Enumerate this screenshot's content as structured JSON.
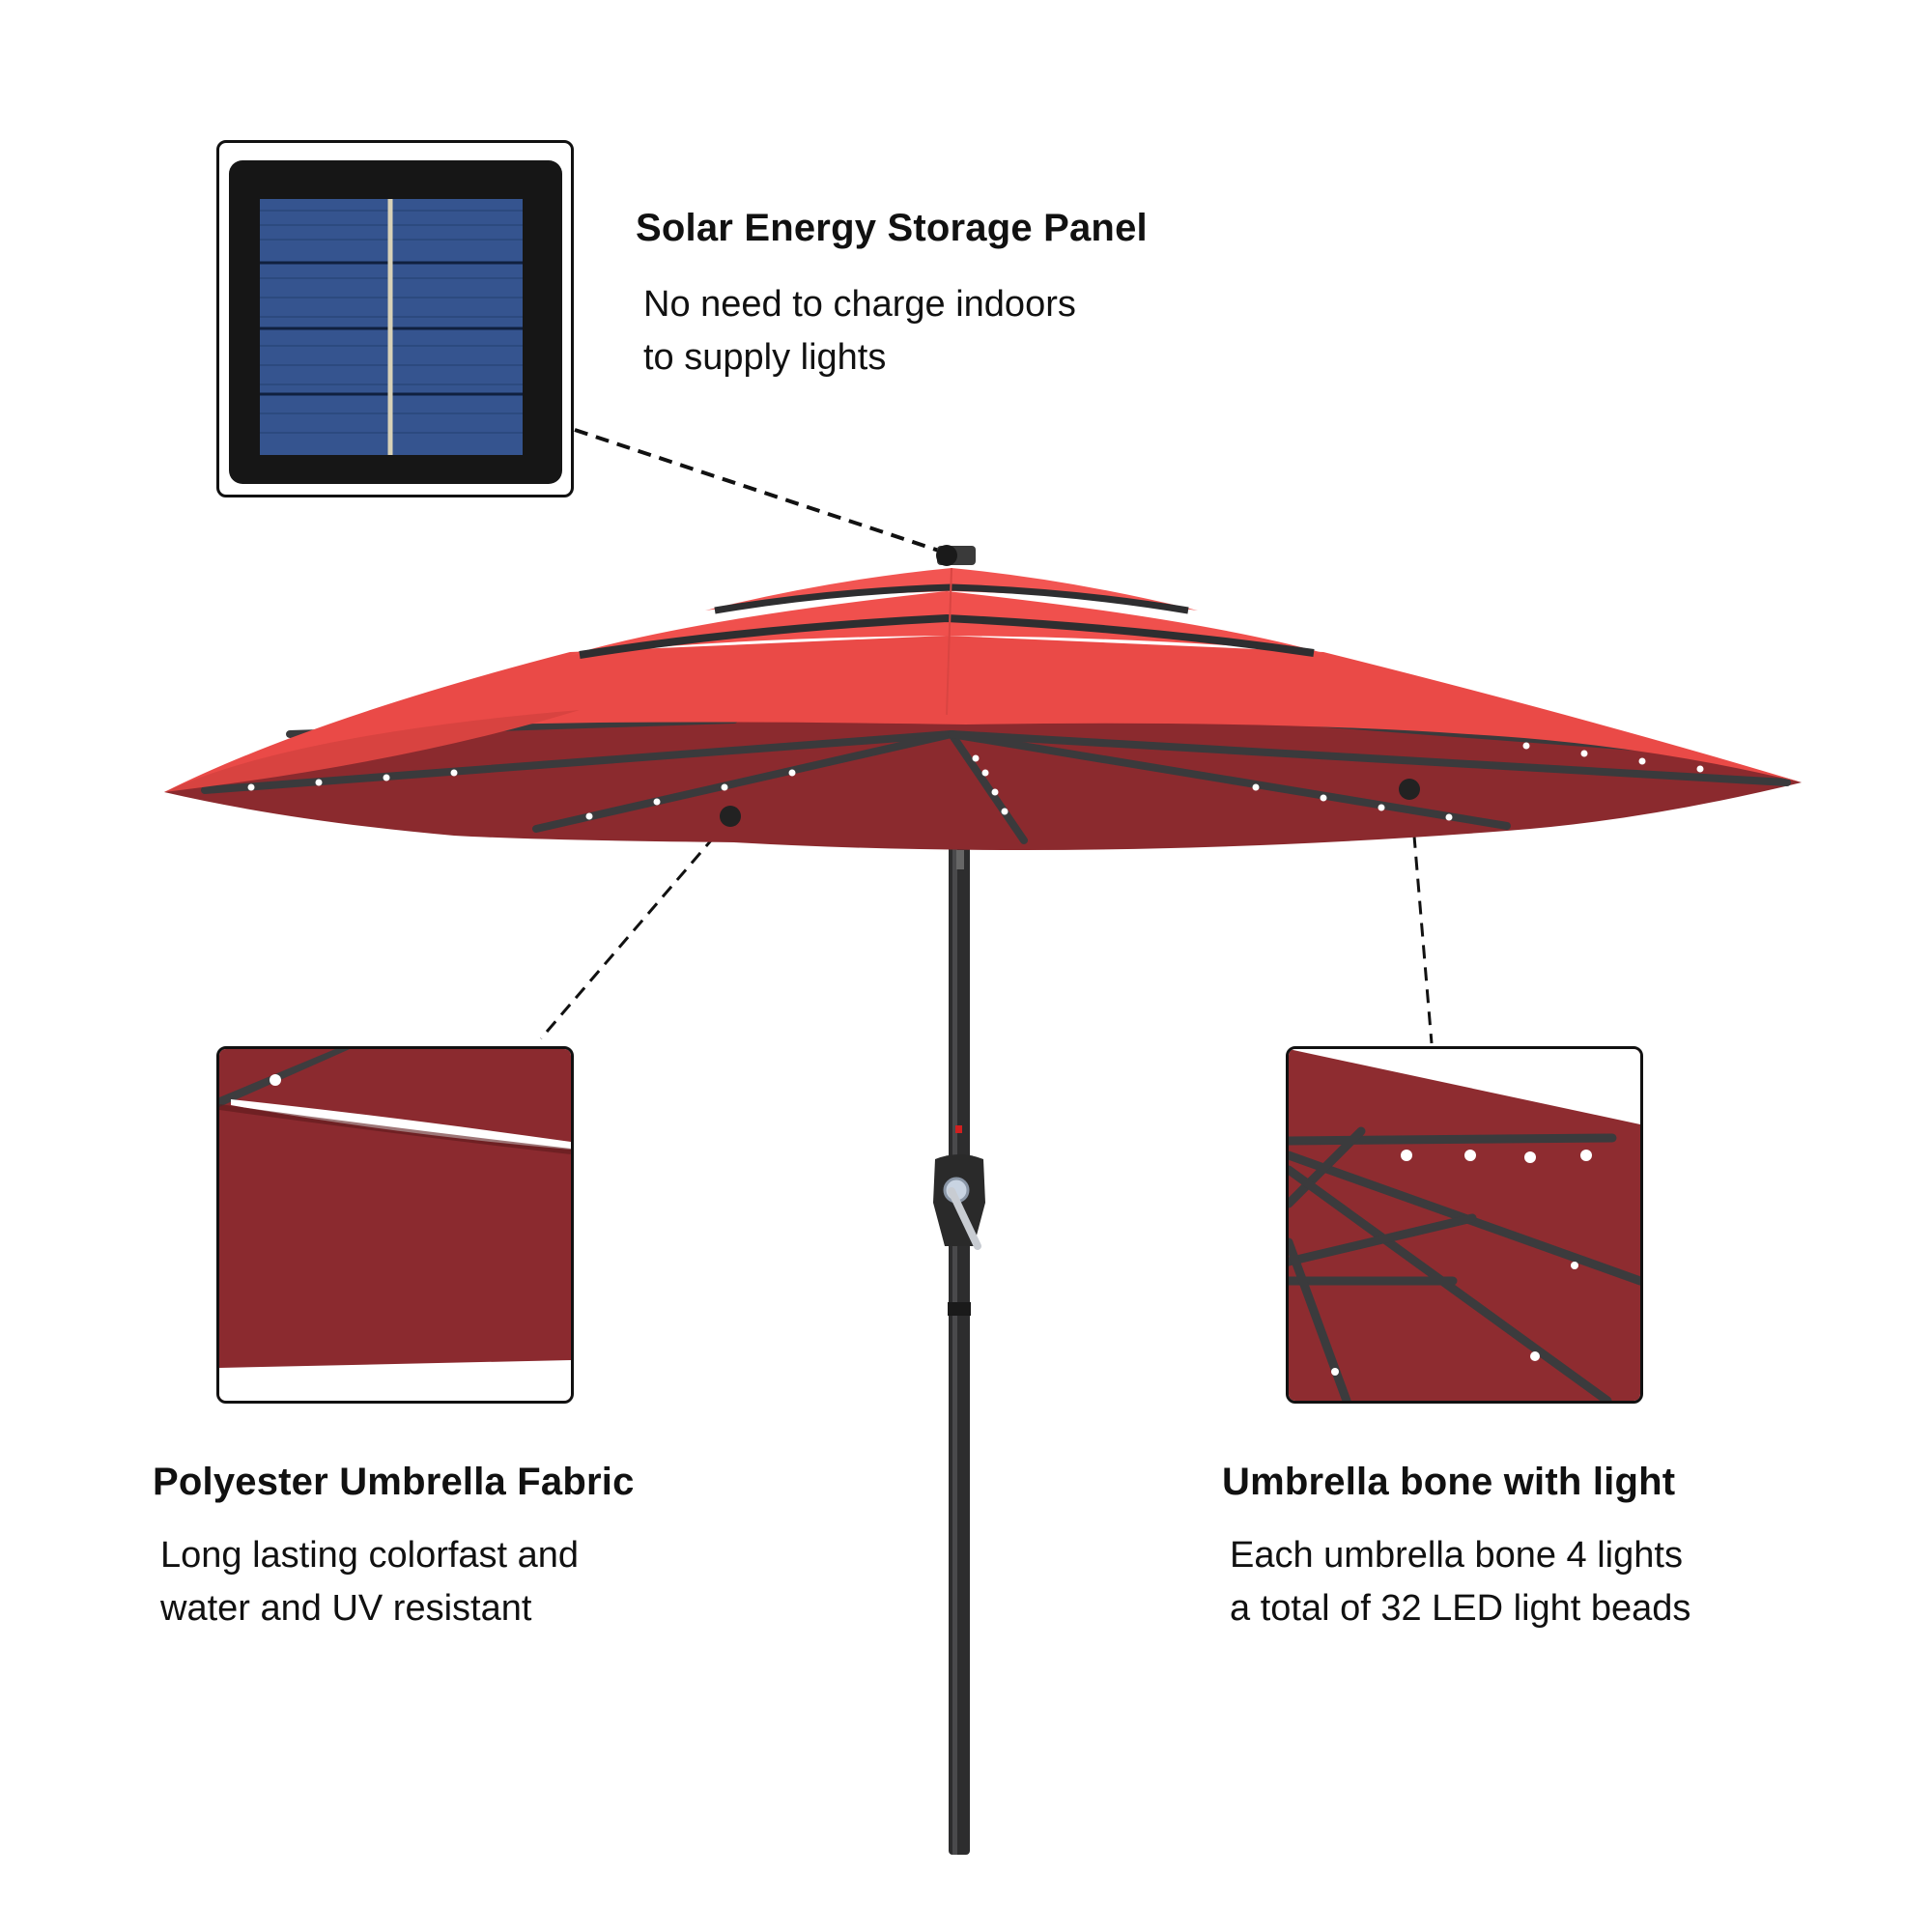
{
  "features": {
    "solar_panel": {
      "title": "Solar Energy Storage Panel",
      "lines": [
        "No need to charge indoors",
        "to supply lights"
      ],
      "callout_target": "solar panel on umbrella top"
    },
    "fabric": {
      "title": "Polyester Umbrella Fabric",
      "lines": [
        "Long lasting colorfast and",
        "water and UV resistant"
      ],
      "callout_target": "canopy fabric underside"
    },
    "bone_light": {
      "title": "Umbrella bone with light",
      "lines": [
        "Each umbrella bone 4 lights",
        "a total of 32 LED light beads"
      ],
      "callout_target": "rib with LED lights"
    }
  },
  "colors": {
    "canopy_top": "#f0504d",
    "canopy_under": "#8b2a2e",
    "rib": "#3a3a3c",
    "pole": "#2b2b2b",
    "solar_cell": "#3a5a9a",
    "led": "#ffffff",
    "frame_border": "#111111"
  },
  "counts": {
    "ribs": 8,
    "lights_per_rib": 4,
    "total_leds": 32,
    "canopy_tiers": 3
  }
}
